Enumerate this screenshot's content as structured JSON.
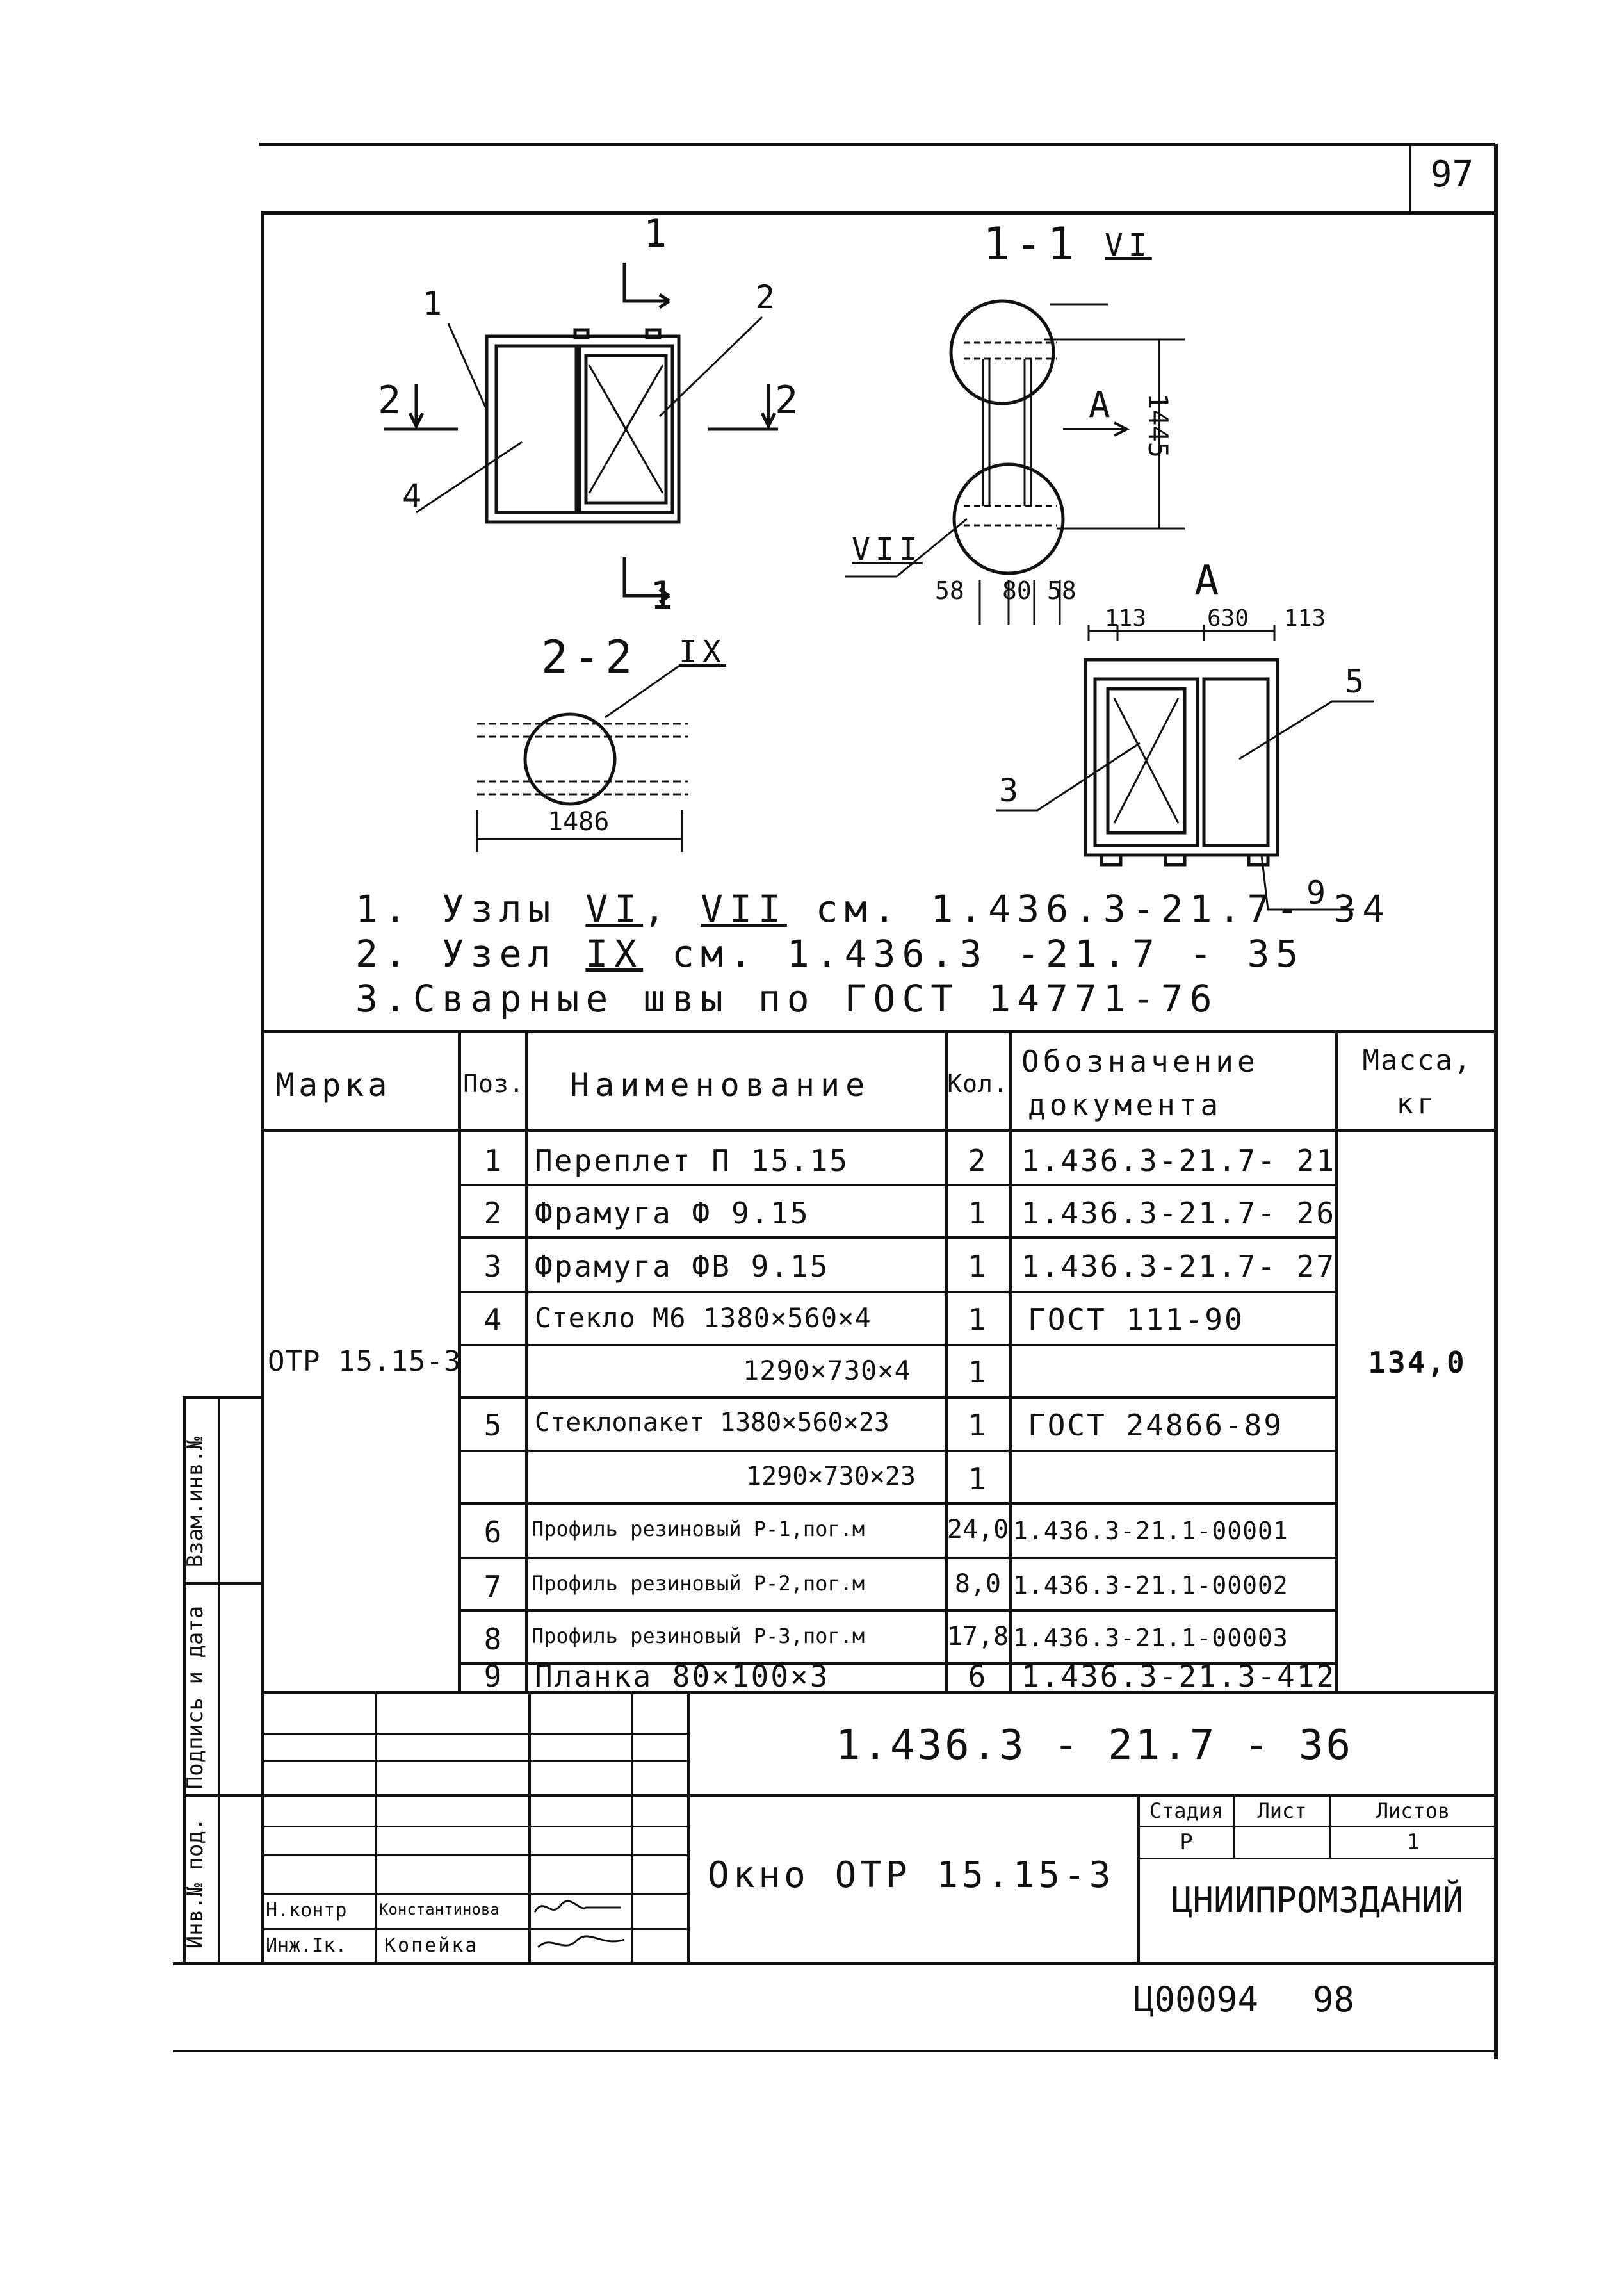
{
  "sheet": {
    "top_number": "97",
    "bottom_code": "Ц00094",
    "bottom_number": "98"
  },
  "drawing": {
    "section_1_1": "1-1",
    "section_2_2": "2-2",
    "view_a": "A",
    "node_vi": "VI",
    "node_vii": "VII",
    "node_ix": "IX",
    "cut_1": "1",
    "cut_2": "2",
    "arrow_a": "A",
    "pos_labels": [
      "1",
      "2",
      "4",
      "3",
      "5",
      "9"
    ],
    "dim_1445": "1445",
    "dim_58a": "58",
    "dim_80": "80",
    "dim_58b": "58",
    "dim_1486": "1486",
    "dim_113a": "113",
    "dim_630": "630",
    "dim_113b": "113"
  },
  "notes": [
    {
      "prefix": "1. Узлы",
      "n1": "VI",
      "sep": ",",
      "n2": "VII",
      "suffix": "см.  1.436.3-21.7- 34"
    },
    {
      "prefix": "2. Узел",
      "n1": "IX",
      "suffix": "см.  1.436.3 -21.7 - 35"
    },
    {
      "text": "3.Сварные  швы  по  ГОСТ  14771-76"
    }
  ],
  "spec_table": {
    "headers": {
      "mark": "Марка",
      "pos": "Поз.",
      "name": "Наименование",
      "qty": "Кол.",
      "doc_l1": "Обозначение",
      "doc_l2": "документа",
      "mass_l1": "Масса,",
      "mass_l2": "кг"
    },
    "mark_value": "ОТР 15.15-3",
    "mass_value": "134,0",
    "rows": [
      {
        "pos": "1",
        "name": "Переплет   П 15.15",
        "qty": "2",
        "doc": "1.436.3-21.7- 21"
      },
      {
        "pos": "2",
        "name": "Фрамуга     Ф 9.15",
        "qty": "1",
        "doc": "1.436.3-21.7- 26"
      },
      {
        "pos": "3",
        "name": "Фрамуга     ФВ 9.15",
        "qty": "1",
        "doc": "1.436.3-21.7- 27"
      },
      {
        "pos": "4",
        "name": "Стекло М6  1380×560×4",
        "qty": "1",
        "doc": "ГОСТ  111-90"
      },
      {
        "pos": "",
        "name": "1290×730×4",
        "qty": "1",
        "doc": ""
      },
      {
        "pos": "5",
        "name": "Стеклопакет 1380×560×23",
        "qty": "1",
        "doc": "ГОСТ 24866-89"
      },
      {
        "pos": "",
        "name": "1290×730×23",
        "qty": "1",
        "doc": ""
      },
      {
        "pos": "6",
        "name": "Профиль резиновый Р-1,пог.м",
        "qty": "24,0",
        "doc": "1.436.3-21.1-00001"
      },
      {
        "pos": "7",
        "name": "Профиль резиновый Р-2,пог.м",
        "qty": "8,0",
        "doc": "1.436.3-21.1-00002"
      },
      {
        "pos": "8",
        "name": "Профиль резиновый Р-3,пог.м",
        "qty": "17,8",
        "doc": "1.436.3-21.1-00003"
      },
      {
        "pos": "9",
        "name": "Планка  80×100×3",
        "qty": "6",
        "doc": "1.436.3-21.3-412"
      }
    ]
  },
  "title_block": {
    "doc_code": "1.436.3 - 21.7 - 36",
    "title": "Окно   ОТР 15.15-3",
    "stage_label": "Стадия",
    "sheet_label": "Лист",
    "sheets_label": "Листов",
    "stage_value": "Р",
    "sheets_value": "1",
    "org": "ЦНИИПРОМЗДАНИЙ",
    "signers": [
      {
        "role": "Н.контр",
        "name": "Константинова"
      },
      {
        "role": "Инж.Iк.",
        "name": "Копейка"
      }
    ],
    "side_fields": [
      "Инв.№ под.",
      "Подпись и дата",
      "Взам.инв.№"
    ]
  }
}
